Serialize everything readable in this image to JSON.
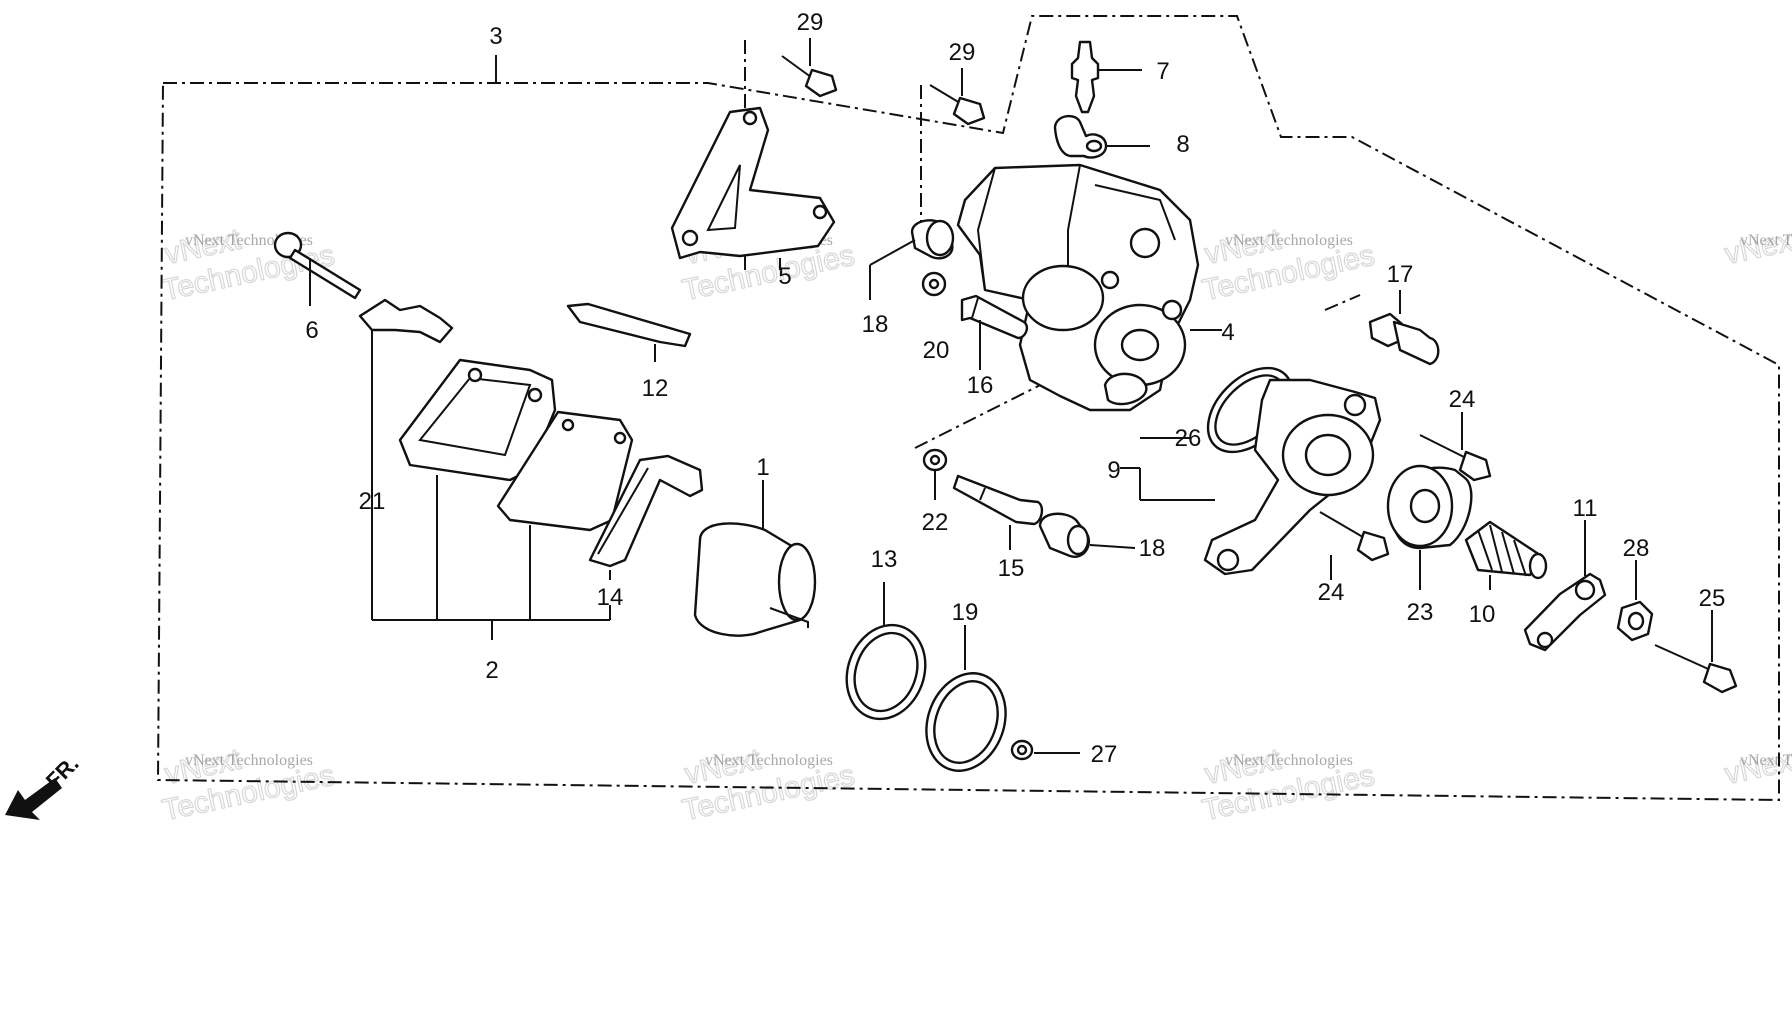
{
  "diagram": {
    "callouts": {
      "c1": "1",
      "c2": "2",
      "c3": "3",
      "c4": "4",
      "c5": "5",
      "c6": "6",
      "c7": "7",
      "c8": "8",
      "c9": "9",
      "c10": "10",
      "c11": "11",
      "c12": "12",
      "c13": "13",
      "c14": "14",
      "c15": "15",
      "c16": "16",
      "c17": "17",
      "c18a": "18",
      "c18b": "18",
      "c19": "19",
      "c20": "20",
      "c21": "21",
      "c22": "22",
      "c23": "23",
      "c24a": "24",
      "c24b": "24",
      "c25": "25",
      "c26": "26",
      "c27": "27",
      "c28": "28",
      "c29a": "29",
      "c29b": "29"
    },
    "direction_label": "FR.",
    "watermark": {
      "small": "vNext Technologies",
      "big1": "vNext",
      "big2": "Technologies"
    }
  }
}
